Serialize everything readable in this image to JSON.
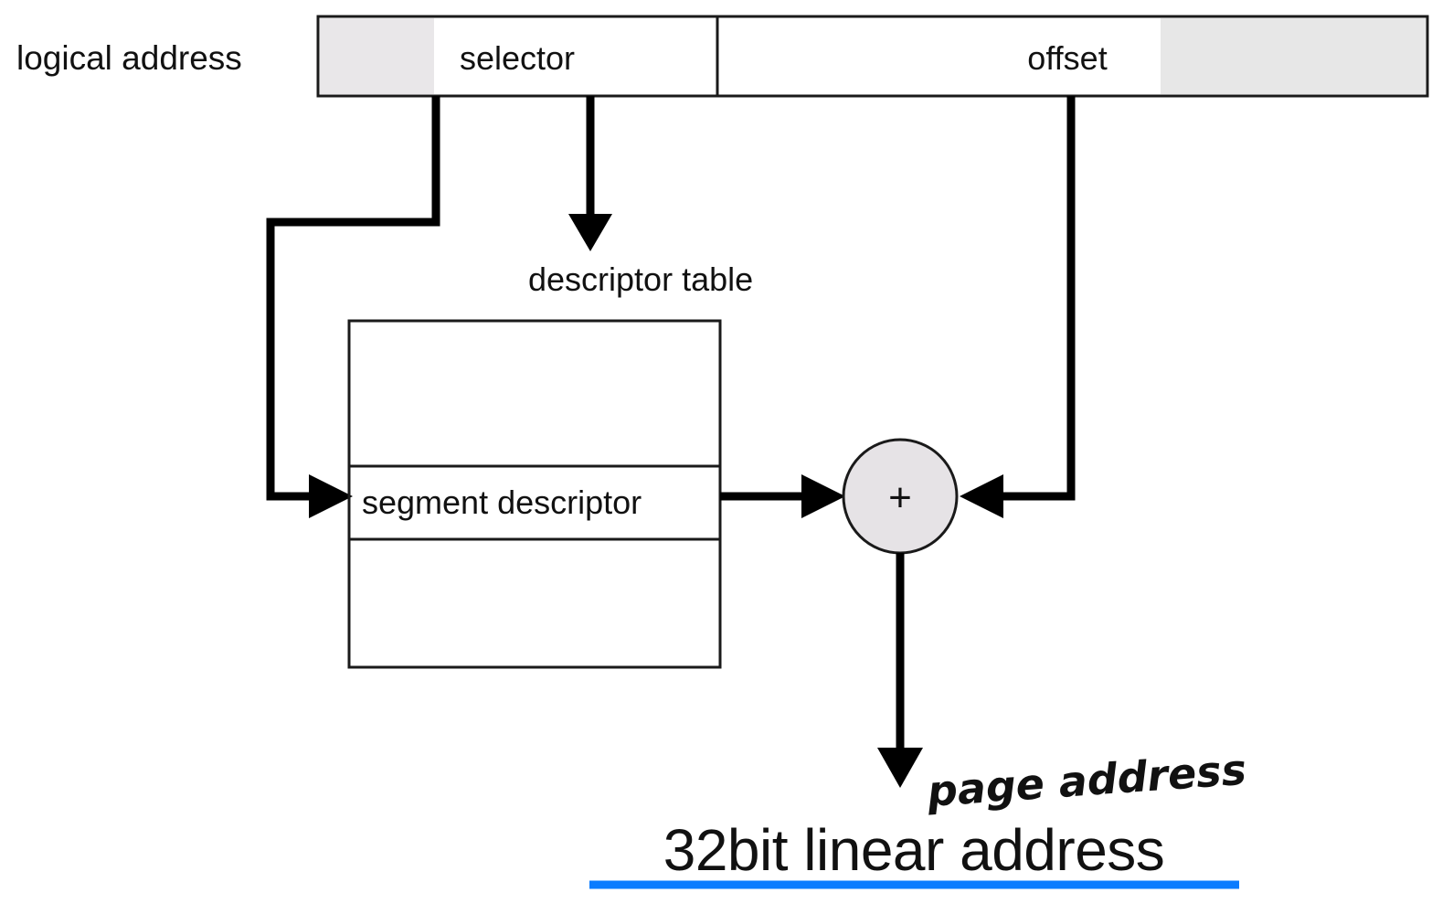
{
  "diagram": {
    "title": "x86 logical to linear address translation",
    "labels": {
      "logical_address": "logical address",
      "selector": "selector",
      "offset": "offset",
      "descriptor_table": "descriptor table",
      "segment_descriptor": "segment descriptor",
      "adder_symbol": "+",
      "result": "32bit linear address"
    },
    "annotation": {
      "text": "page address",
      "color": "#0b7cff",
      "style": "handwritten-blue"
    },
    "colors": {
      "box_fill": "#e8e6e8",
      "box_fill_alt": "#e7e7e7",
      "row_fill": "#ffffff",
      "stroke": "#111111",
      "annotation_blue": "#0b7cff",
      "background": "#ffffff",
      "circle_fill": "#e6e3e6"
    },
    "flow": [
      {
        "from": "selector",
        "to": "segment-descriptor",
        "kind": "arrow"
      },
      {
        "from": "selector",
        "to": "descriptor-table",
        "kind": "arrow"
      },
      {
        "from": "segment-descriptor",
        "to": "adder",
        "kind": "arrow"
      },
      {
        "from": "offset",
        "to": "adder",
        "kind": "arrow"
      },
      {
        "from": "adder",
        "to": "linear-address",
        "kind": "arrow"
      }
    ]
  }
}
